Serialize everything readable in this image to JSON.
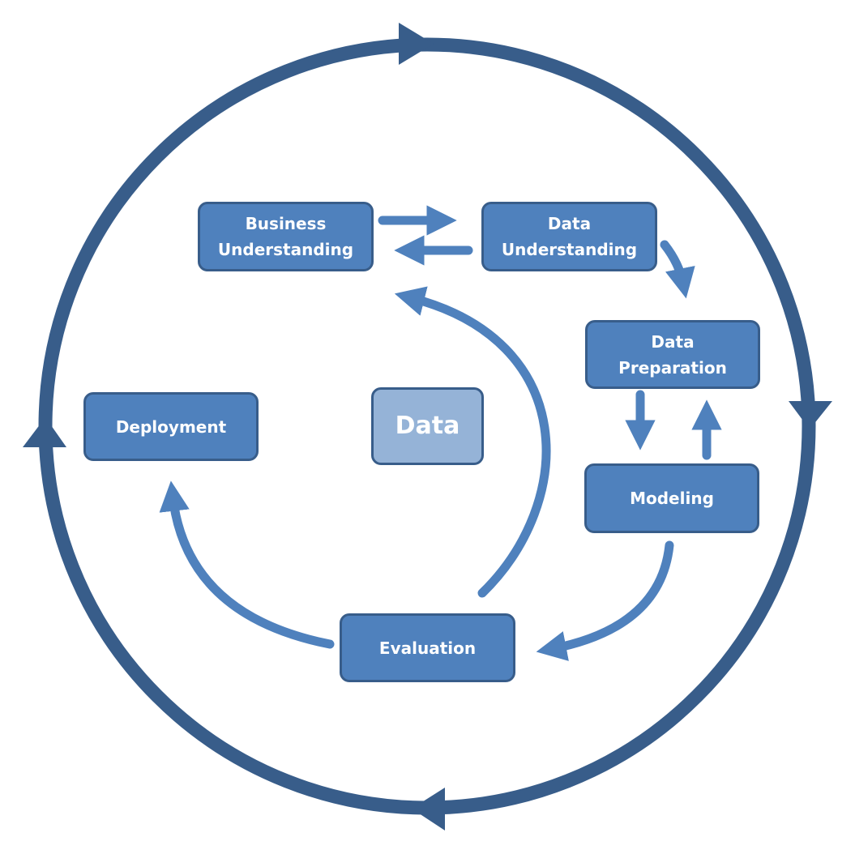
{
  "diagram": {
    "type": "process-cycle",
    "colors": {
      "outer_ring": "#385d8a",
      "box_fill": "#4f81bd",
      "box_border": "#385d8a",
      "data_box_fill": "#95b3d7",
      "inner_arrows": "#4f81bd",
      "text": "#ffffff",
      "background": "#ffffff"
    },
    "center": {
      "label": "Data"
    },
    "phases": [
      {
        "id": "business-understanding",
        "label": "Business\nUnderstanding"
      },
      {
        "id": "data-understanding",
        "label": "Data\nUnderstanding"
      },
      {
        "id": "data-preparation",
        "label": "Data\nPreparation"
      },
      {
        "id": "modeling",
        "label": "Modeling"
      },
      {
        "id": "evaluation",
        "label": "Evaluation"
      },
      {
        "id": "deployment",
        "label": "Deployment"
      }
    ],
    "connections": [
      {
        "from": "business-understanding",
        "to": "data-understanding"
      },
      {
        "from": "data-understanding",
        "to": "business-understanding"
      },
      {
        "from": "data-understanding",
        "to": "data-preparation"
      },
      {
        "from": "data-preparation",
        "to": "modeling"
      },
      {
        "from": "modeling",
        "to": "data-preparation"
      },
      {
        "from": "modeling",
        "to": "evaluation"
      },
      {
        "from": "evaluation",
        "to": "business-understanding"
      },
      {
        "from": "evaluation",
        "to": "deployment"
      }
    ],
    "outer_cycle": {
      "direction": "clockwise"
    }
  }
}
